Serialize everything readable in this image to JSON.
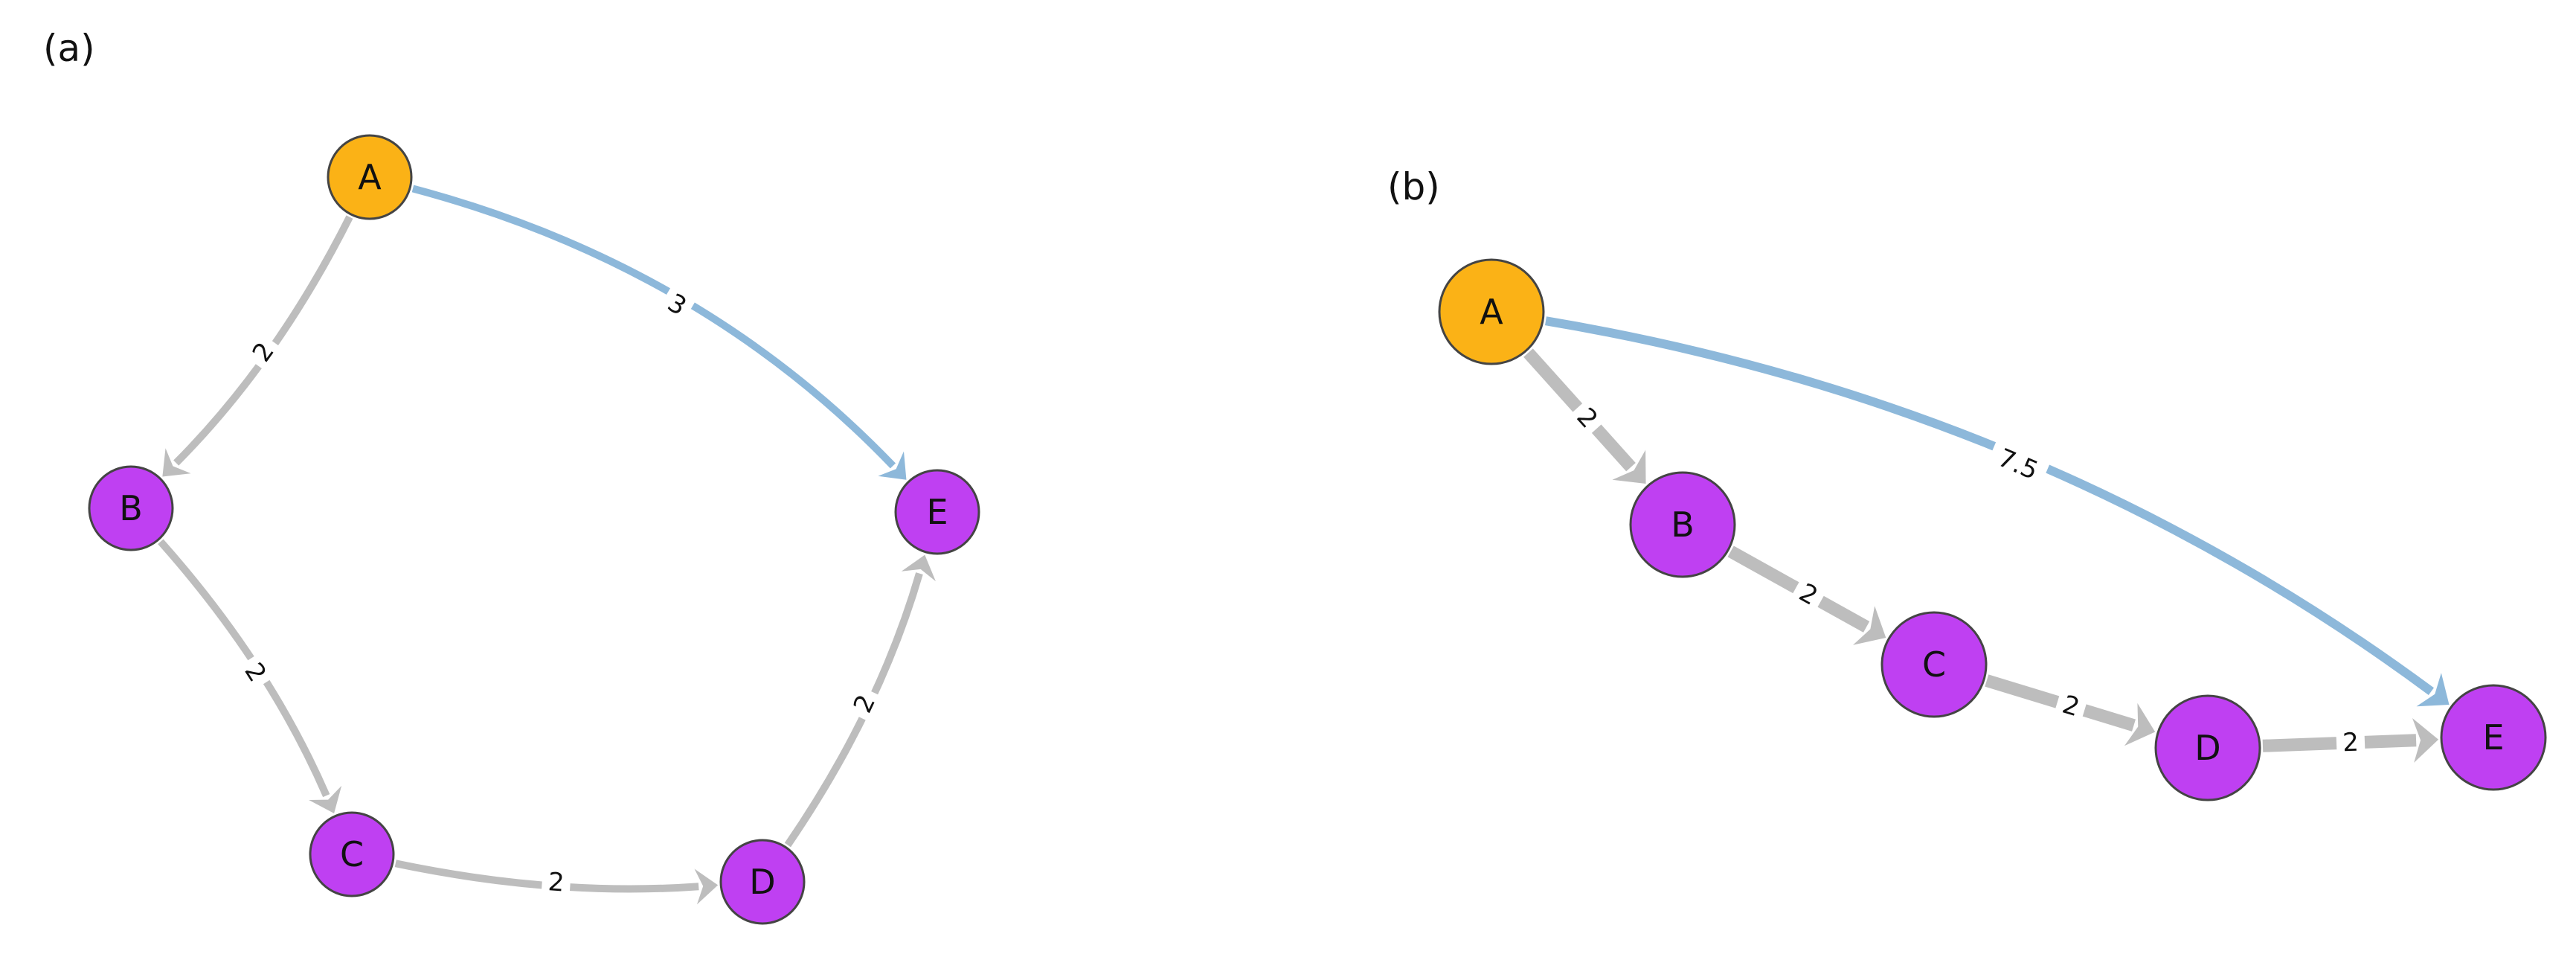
{
  "colors": {
    "source_node": "#FBB216",
    "node": "#BF40F2",
    "gray_edge": "#BDBDBD",
    "blue_edge": "#8DB8DA",
    "node_outline": "#444444"
  },
  "panels": [
    {
      "label": "(a)",
      "nodes": [
        {
          "id": "A",
          "label": "A",
          "role": "source"
        },
        {
          "id": "B",
          "label": "B",
          "role": "normal"
        },
        {
          "id": "C",
          "label": "C",
          "role": "normal"
        },
        {
          "id": "D",
          "label": "D",
          "role": "normal"
        },
        {
          "id": "E",
          "label": "E",
          "role": "normal"
        }
      ],
      "edges": [
        {
          "from": "A",
          "to": "B",
          "weight": "2",
          "color": "gray"
        },
        {
          "from": "B",
          "to": "C",
          "weight": "2",
          "color": "gray"
        },
        {
          "from": "C",
          "to": "D",
          "weight": "2",
          "color": "gray"
        },
        {
          "from": "D",
          "to": "E",
          "weight": "2",
          "color": "gray"
        },
        {
          "from": "A",
          "to": "E",
          "weight": "3",
          "color": "blue"
        }
      ]
    },
    {
      "label": "(b)",
      "nodes": [
        {
          "id": "A",
          "label": "A",
          "role": "source"
        },
        {
          "id": "B",
          "label": "B",
          "role": "normal"
        },
        {
          "id": "C",
          "label": "C",
          "role": "normal"
        },
        {
          "id": "D",
          "label": "D",
          "role": "normal"
        },
        {
          "id": "E",
          "label": "E",
          "role": "normal"
        }
      ],
      "edges": [
        {
          "from": "A",
          "to": "B",
          "weight": "2",
          "color": "gray"
        },
        {
          "from": "B",
          "to": "C",
          "weight": "2",
          "color": "gray"
        },
        {
          "from": "C",
          "to": "D",
          "weight": "2",
          "color": "gray"
        },
        {
          "from": "D",
          "to": "E",
          "weight": "2",
          "color": "gray"
        },
        {
          "from": "A",
          "to": "E",
          "weight": "7.5",
          "color": "blue"
        }
      ]
    }
  ]
}
